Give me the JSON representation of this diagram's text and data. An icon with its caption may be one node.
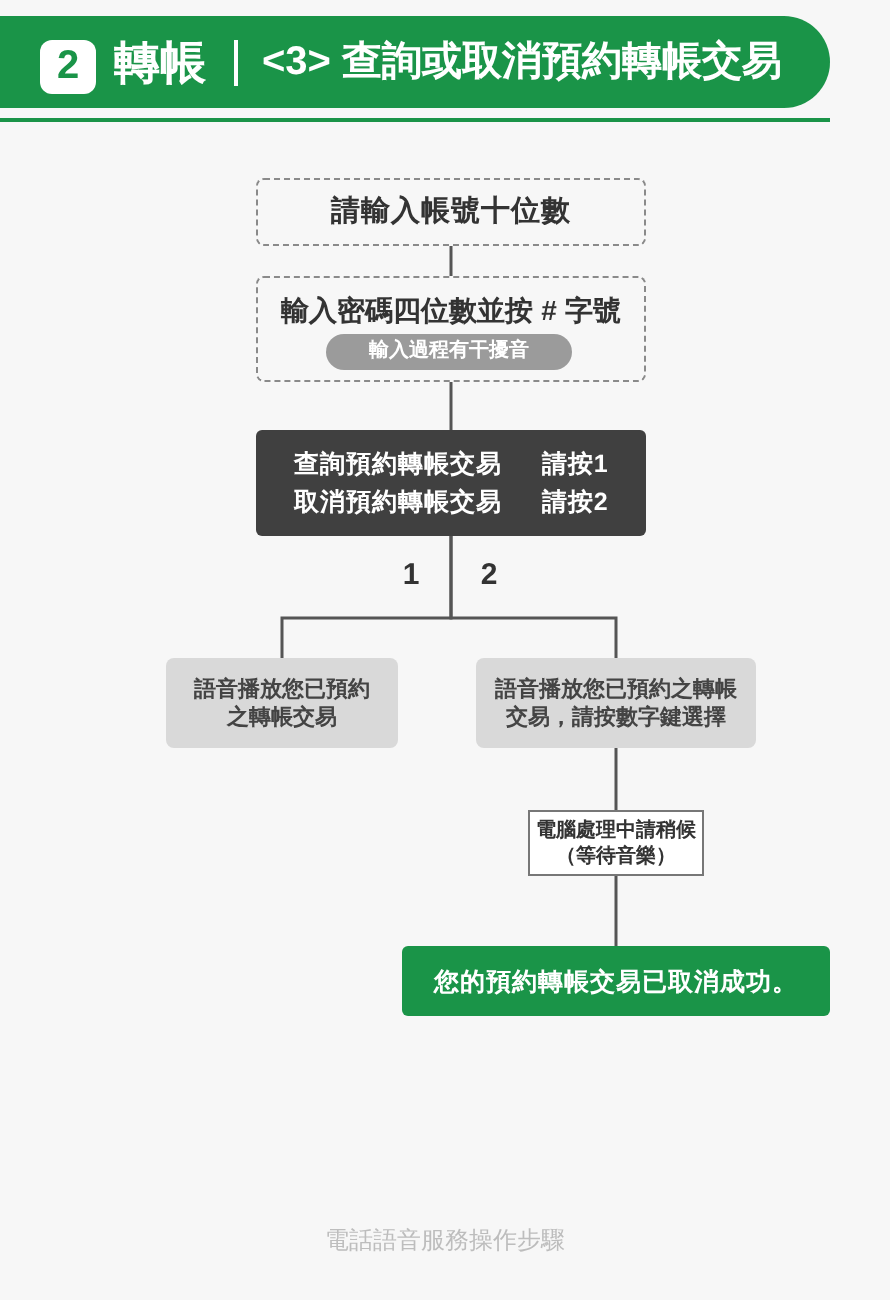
{
  "diagram": {
    "title": "<3> 查詢或取消預約轉帳交易",
    "nodes": [
      {
        "text": [
          "請輸入帳號十位數"
        ]
      },
      {
        "text": [
          "輸入密碼四位數並按 # 字號"
        ]
      },
      {
        "text": [
          "輸入過程有干擾音"
        ],
        "in": 1
      },
      {
        "text": [
          "查詢預約轉帳交易 請按1",
          "取消預約轉帳交易 請按2"
        ]
      },
      {
        "text": [
          "語音播放您已預約之轉帳交易"
        ]
      },
      {
        "text": [
          "語音播放您已預約之轉帳交易，請按數字鍵選擇"
        ]
      },
      {
        "text": [
          "電腦處理中請稍候（等待音樂）"
        ]
      },
      {
        "text": [
          "您的預約轉帳交易已取消成功。"
        ]
      }
    ],
    "edges": [
      {
        "from": 0,
        "to": 1,
        "arrow": "none"
      },
      {
        "from": 1,
        "to": 3,
        "arrow": "none"
      },
      {
        "from": 3,
        "to": 4,
        "arrow": "none",
        "label": "1"
      },
      {
        "from": 3,
        "to": 5,
        "arrow": "none",
        "label": "2"
      },
      {
        "from": 5,
        "to": 6,
        "arrow": "none"
      },
      {
        "from": 6,
        "to": 7,
        "arrow": "none"
      }
    ],
    "labels": [
      "2",
      "轉帳"
    ],
    "caption": "電話語音服務操作步驟"
  }
}
